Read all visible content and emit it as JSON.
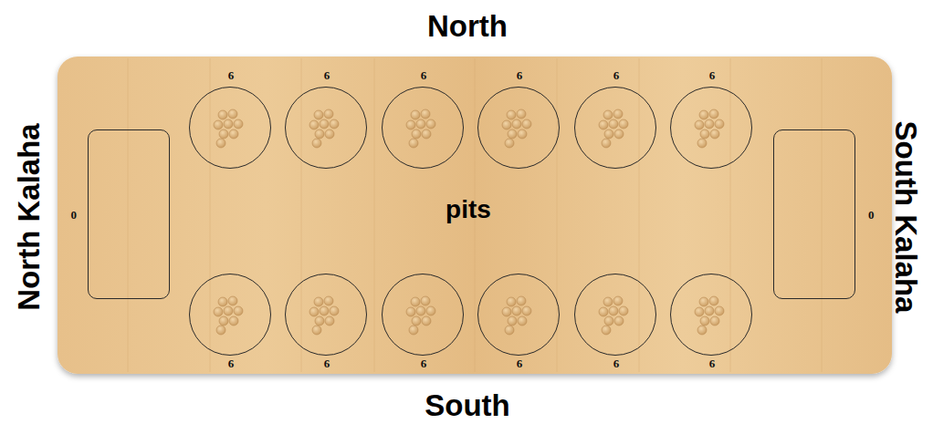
{
  "diagram": {
    "nodes": [
      {
        "text": [
          "pits"
        ]
      },
      {
        "text": [
          "0"
        ],
        "in": 0
      },
      {
        "text": [
          "6"
        ],
        "in": 0
      },
      {
        "text": [
          "6"
        ],
        "in": 0
      },
      {
        "text": [
          "6"
        ],
        "in": 0
      },
      {
        "text": [
          "6"
        ],
        "in": 0
      },
      {
        "text": [
          "6"
        ],
        "in": 0
      },
      {
        "text": [
          "6"
        ],
        "in": 0
      },
      {
        "text": [
          "0"
        ],
        "in": 0
      },
      {
        "text": [
          "6"
        ],
        "in": 0
      },
      {
        "text": [
          "6"
        ],
        "in": 0
      },
      {
        "text": [
          "6"
        ],
        "in": 0
      },
      {
        "text": [
          "6"
        ],
        "in": 0
      },
      {
        "text": [
          "6"
        ],
        "in": 0
      },
      {
        "text": [
          "6"
        ],
        "in": 0
      }
    ],
    "labels": [
      "North",
      "North Kalaha",
      "South Kalaha",
      "South"
    ]
  }
}
